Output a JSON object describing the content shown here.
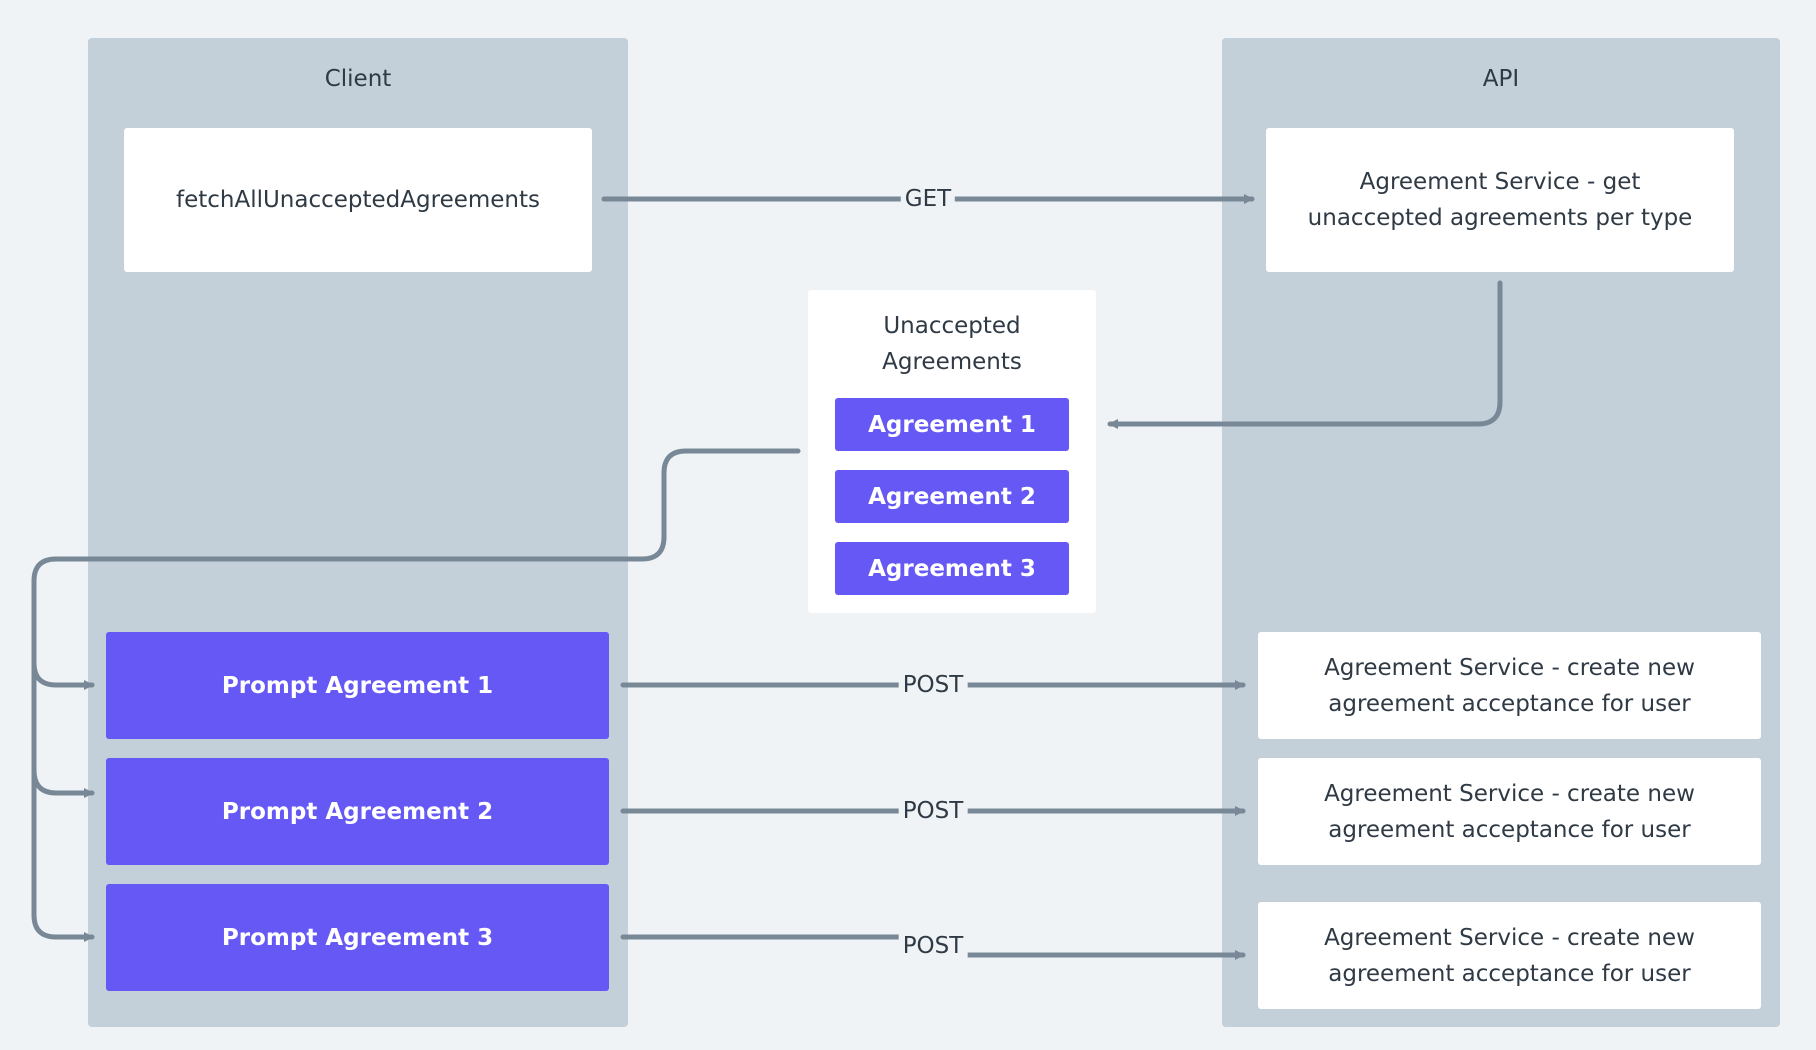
{
  "lanes": {
    "client": {
      "title": "Client"
    },
    "api": {
      "title": "API"
    }
  },
  "client": {
    "fetch_box": "fetchAllUnacceptedAgreements",
    "prompts": [
      "Prompt Agreement 1",
      "Prompt Agreement 2",
      "Prompt Agreement 3"
    ]
  },
  "middle": {
    "group_title": "Unaccepted Agreements",
    "agreements": [
      "Agreement 1",
      "Agreement 2",
      "Agreement 3"
    ]
  },
  "api": {
    "get_service": "Agreement Service - get unaccepted agreements per type",
    "create_services": [
      "Agreement Service - create new agreement acceptance for user",
      "Agreement Service - create new agreement acceptance for user",
      "Agreement Service - create new agreement acceptance for user"
    ]
  },
  "edges": {
    "get": "GET",
    "post": [
      "POST",
      "POST",
      "POST"
    ]
  },
  "colors": {
    "background": "#eff3f6",
    "lane": "#c3cfd9",
    "box": "#ffffff",
    "accent": "#6558f5",
    "connector": "#788896",
    "text": "#2f3a45"
  }
}
